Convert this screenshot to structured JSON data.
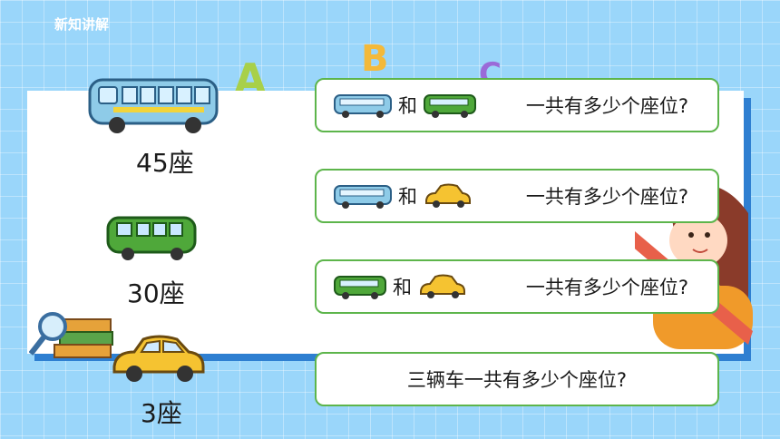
{
  "header": {
    "title": "新知讲解"
  },
  "vehicles": [
    {
      "name": "big-bus",
      "seats": "45座"
    },
    {
      "name": "minibus",
      "seats": "30座"
    },
    {
      "name": "car",
      "seats": "3座"
    }
  ],
  "questions": [
    {
      "and": "和",
      "text": "一共有多少个座位?"
    },
    {
      "and": "和",
      "text": "一共有多少个座位?"
    },
    {
      "and": "和",
      "text": "一共有多少个座位?"
    },
    {
      "text": "三辆车一共有多少个座位?"
    }
  ],
  "colors": {
    "bus_blue": "#8ecbe8",
    "minibus_green": "#4fa83a",
    "car_yellow": "#f5c331",
    "card_shadow": "#2e7fd1",
    "question_border": "#5db54b"
  }
}
